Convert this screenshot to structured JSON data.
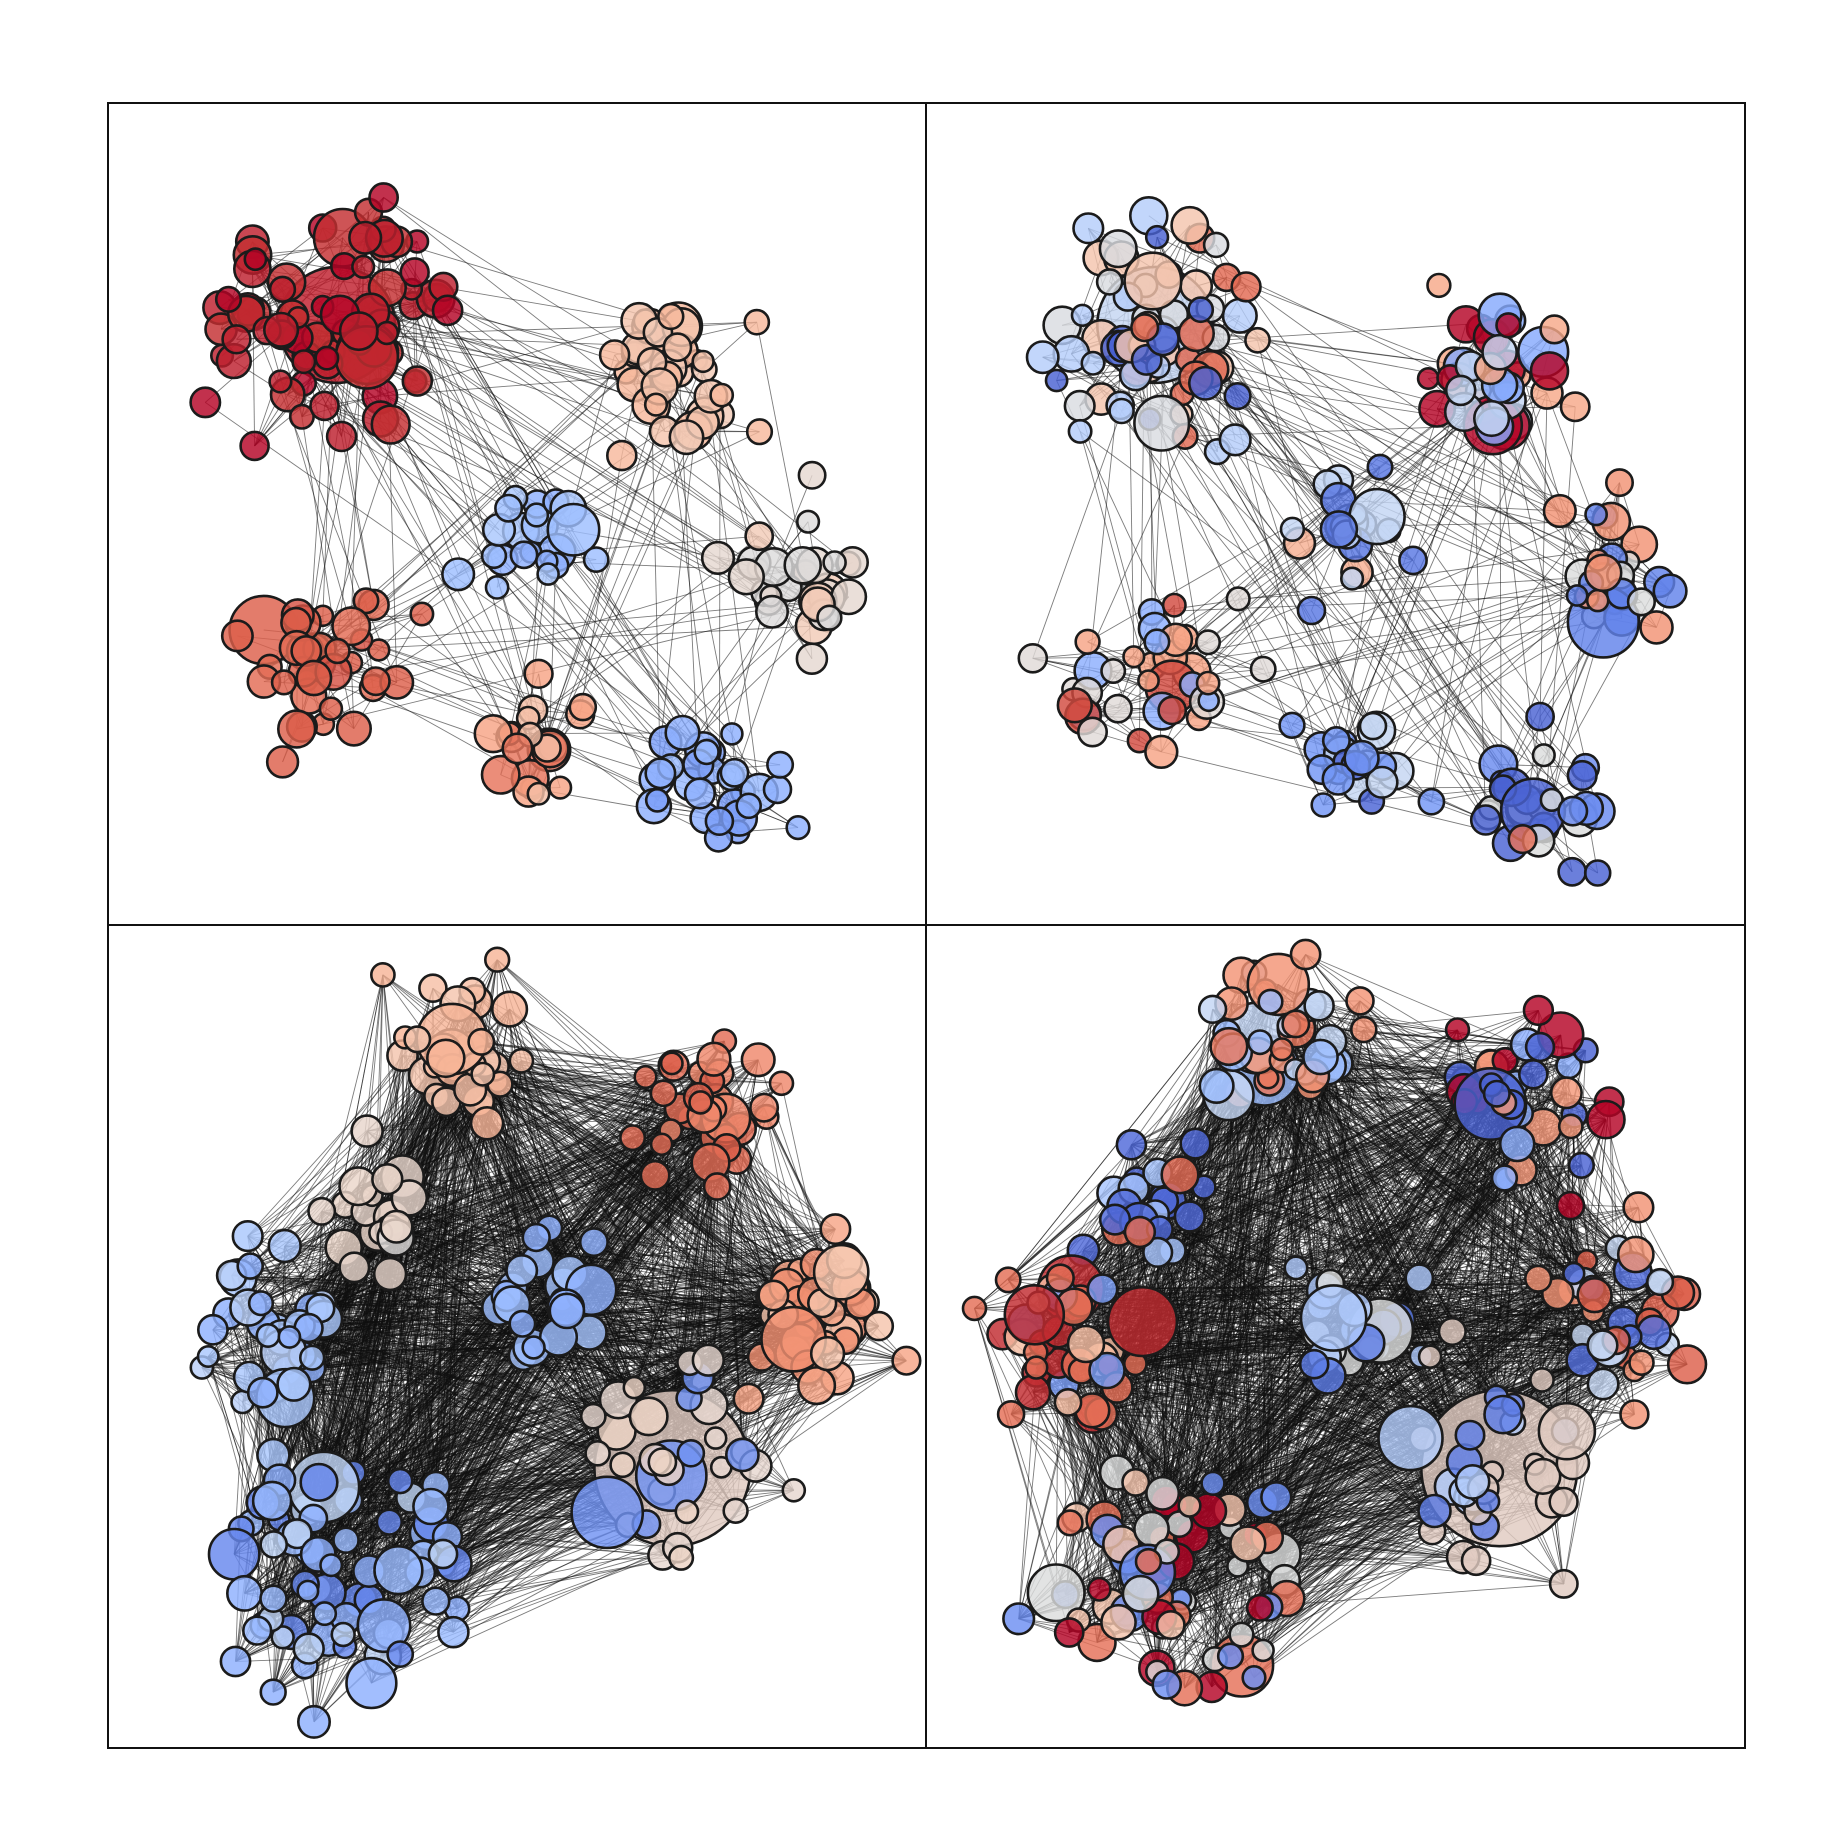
{
  "figure": {
    "type": "network-grid",
    "panels": [
      {
        "id": "top-left",
        "edge_density": "sparse",
        "coloring": "by-community",
        "communities": [
          {
            "size": "large",
            "colors": [
              "#b40426",
              "#c32e31",
              "#bd1f2d"
            ]
          },
          {
            "size": "medium",
            "colors": [
              "#f7b89c",
              "#f4c5ad",
              "#f2cbb7"
            ]
          },
          {
            "size": "small",
            "colors": [
              "#9ebeff",
              "#8db0fe",
              "#aac7fd"
            ]
          },
          {
            "size": "small",
            "colors": [
              "#e5d8d1",
              "#dddcdc",
              "#f2cbb7"
            ]
          },
          {
            "size": "medium",
            "colors": [
              "#dd5f4b",
              "#e36b54",
              "#d65244"
            ]
          },
          {
            "size": "small",
            "colors": [
              "#f6a385",
              "#f5c0a7",
              "#e7745b"
            ]
          },
          {
            "size": "small",
            "colors": [
              "#8db0fe",
              "#9abbff",
              "#7b9ff9"
            ]
          }
        ]
      },
      {
        "id": "top-right",
        "edge_density": "sparse",
        "coloring": "mixed",
        "communities": [
          {
            "size": "large",
            "colors": [
              "#b5cdfa",
              "#4961d2",
              "#e26952",
              "#d9dce1",
              "#f4c5ad"
            ]
          },
          {
            "size": "medium",
            "colors": [
              "#f7a889",
              "#c5d6f2",
              "#b40426",
              "#86a9fc"
            ]
          },
          {
            "size": "small",
            "colors": [
              "#5977e3",
              "#c3d5f4",
              "#f7b093"
            ]
          },
          {
            "size": "small",
            "colors": [
              "#f29274",
              "#6282ea",
              "#dcdddd"
            ]
          },
          {
            "size": "medium",
            "colors": [
              "#e0dbd8",
              "#f6a385",
              "#8caffe",
              "#d24b40"
            ]
          },
          {
            "size": "small",
            "colors": [
              "#7396f5",
              "#4b64d5",
              "#c5d6f2"
            ]
          },
          {
            "size": "small",
            "colors": [
              "#4a63d3",
              "#e57058",
              "#dcdddd",
              "#6a8bef"
            ]
          }
        ]
      },
      {
        "id": "bottom-left",
        "edge_density": "dense",
        "coloring": "by-community",
        "communities": [
          {
            "size": "medium",
            "colors": [
              "#f7b497",
              "#f6bfa6",
              "#f4c5ad"
            ]
          },
          {
            "size": "medium",
            "colors": [
              "#e36c55",
              "#dd5f4b",
              "#ef886b"
            ]
          },
          {
            "size": "small",
            "colors": [
              "#e8d6cc",
              "#ead5c9",
              "#dedcdb"
            ]
          },
          {
            "size": "medium",
            "colors": [
              "#aac7fd",
              "#b9d0f9",
              "#8fb1fe"
            ]
          },
          {
            "size": "small",
            "colors": [
              "#8fb1fe",
              "#a5c3fe",
              "#9ebeff"
            ]
          },
          {
            "size": "medium",
            "colors": [
              "#f6a586",
              "#f5c4ac",
              "#f29072"
            ]
          },
          {
            "size": "large",
            "colors": [
              "#e6d7cf",
              "#ecd3c5",
              "#7093f3"
            ]
          },
          {
            "size": "large",
            "colors": [
              "#8db0fe",
              "#9abbff",
              "#6788ee",
              "#c0d4f5"
            ]
          }
        ]
      },
      {
        "id": "bottom-right",
        "edge_density": "dense",
        "coloring": "mixed",
        "communities": [
          {
            "size": "medium",
            "colors": [
              "#f39475",
              "#9ebeff",
              "#e9785d",
              "#c3d5f4"
            ]
          },
          {
            "size": "medium",
            "colors": [
              "#b40426",
              "#8db0fe",
              "#4a63d3",
              "#f4987a"
            ]
          },
          {
            "size": "small",
            "colors": [
              "#4f69d9",
              "#a7c5fe",
              "#e36b54"
            ]
          },
          {
            "size": "medium",
            "colors": [
              "#e46e56",
              "#f6bea4",
              "#7da0f9",
              "#c12b30"
            ]
          },
          {
            "size": "small",
            "colors": [
              "#aec9fc",
              "#5b7be5",
              "#dcdddd"
            ]
          },
          {
            "size": "medium",
            "colors": [
              "#f29274",
              "#c5d6f2",
              "#5470de",
              "#dd5f4b"
            ]
          },
          {
            "size": "large",
            "colors": [
              "#e0cbc1",
              "#b2ccfb",
              "#5f7fe8"
            ]
          },
          {
            "size": "large",
            "colors": [
              "#6c8ff1",
              "#e57058",
              "#b40426",
              "#f4c5ad",
              "#dcdddd"
            ]
          }
        ]
      }
    ]
  }
}
